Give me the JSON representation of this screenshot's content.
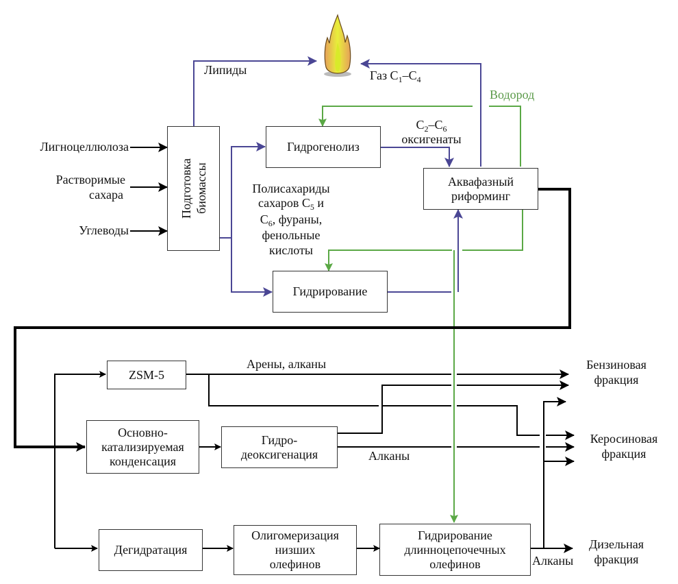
{
  "colors": {
    "blue_flow": "#4a4694",
    "green_flow": "#5aa845",
    "black_flow": "#000000",
    "box_border": "#333333"
  },
  "icons": {
    "flame": "flame-icon"
  },
  "inputs": {
    "lignocellulose": "Лигноцеллюлоза",
    "soluble_sugars_1": "Растворимые",
    "soluble_sugars_2": "сахара",
    "carbohydrates": "Углеводы"
  },
  "boxes": {
    "biomass_prep_1": "Подготовка",
    "biomass_prep_2": "биомассы",
    "hydrogenolysis": "Гидрогенолиз",
    "aqueous_reforming_1": "Аквафазный",
    "aqueous_reforming_2": "риформинг",
    "hydrogenation": "Гидрирование",
    "zsm5": "ZSM-5",
    "base_condensation_1": "Основно-",
    "base_condensation_2": "катализируемая",
    "base_condensation_3": "конденсация",
    "hydrodeoxygenation_1": "Гидро-",
    "hydrodeoxygenation_2": "деоксигенация",
    "dehydration": "Дегидратация",
    "oligomerization_1": "Олигомеризация",
    "oligomerization_2": "низших",
    "oligomerization_3": "олефинов",
    "long_chain_hydrogenation_1": "Гидрирование",
    "long_chain_hydrogenation_2": "длинноцепочечных",
    "long_chain_hydrogenation_3": "олефинов"
  },
  "flow_labels": {
    "lipids": "Липиды",
    "gas_prefix": "Газ C",
    "gas_sub1": "1",
    "gas_dash": "–C",
    "gas_sub2": "4",
    "hydrogen": "Водород",
    "oxy_c": "C",
    "oxy_sub1": "2",
    "oxy_dash": "–C",
    "oxy_sub2": "6",
    "oxygenates": "оксигенаты",
    "poly_1": "Полисахариды",
    "poly_2a": "сахаров C",
    "poly_2sub": "5",
    "poly_2b": " и",
    "poly_3a": "C",
    "poly_3sub": "6",
    "poly_3b": ", фураны,",
    "poly_4": "фенольные",
    "poly_5": "кислоты",
    "arenes_alkanes": "Арены, алканы",
    "alkanes_mid": "Алканы",
    "alkanes_bottom": "Алканы"
  },
  "outputs": {
    "gasoline_1": "Бензиновая",
    "gasoline_2": "фракция",
    "kerosene_1": "Керосиновая",
    "kerosene_2": "фракция",
    "diesel_1": "Дизельная",
    "diesel_2": "фракция"
  }
}
